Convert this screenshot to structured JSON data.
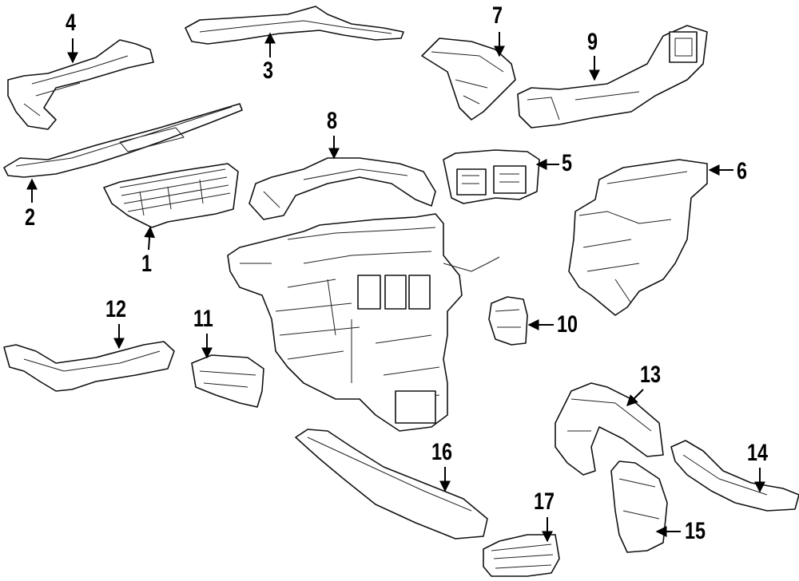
{
  "diagram": {
    "callouts": [
      {
        "id": "1",
        "text": "1"
      },
      {
        "id": "2",
        "text": "2"
      },
      {
        "id": "3",
        "text": "3"
      },
      {
        "id": "4",
        "text": "4"
      },
      {
        "id": "5",
        "text": "5"
      },
      {
        "id": "6",
        "text": "6"
      },
      {
        "id": "7",
        "text": "7"
      },
      {
        "id": "8",
        "text": "8"
      },
      {
        "id": "9",
        "text": "9"
      },
      {
        "id": "10",
        "text": "10"
      },
      {
        "id": "11",
        "text": "11"
      },
      {
        "id": "12",
        "text": "12"
      },
      {
        "id": "13",
        "text": "13"
      },
      {
        "id": "14",
        "text": "14"
      },
      {
        "id": "15",
        "text": "15"
      },
      {
        "id": "16",
        "text": "16"
      },
      {
        "id": "17",
        "text": "17"
      }
    ]
  }
}
